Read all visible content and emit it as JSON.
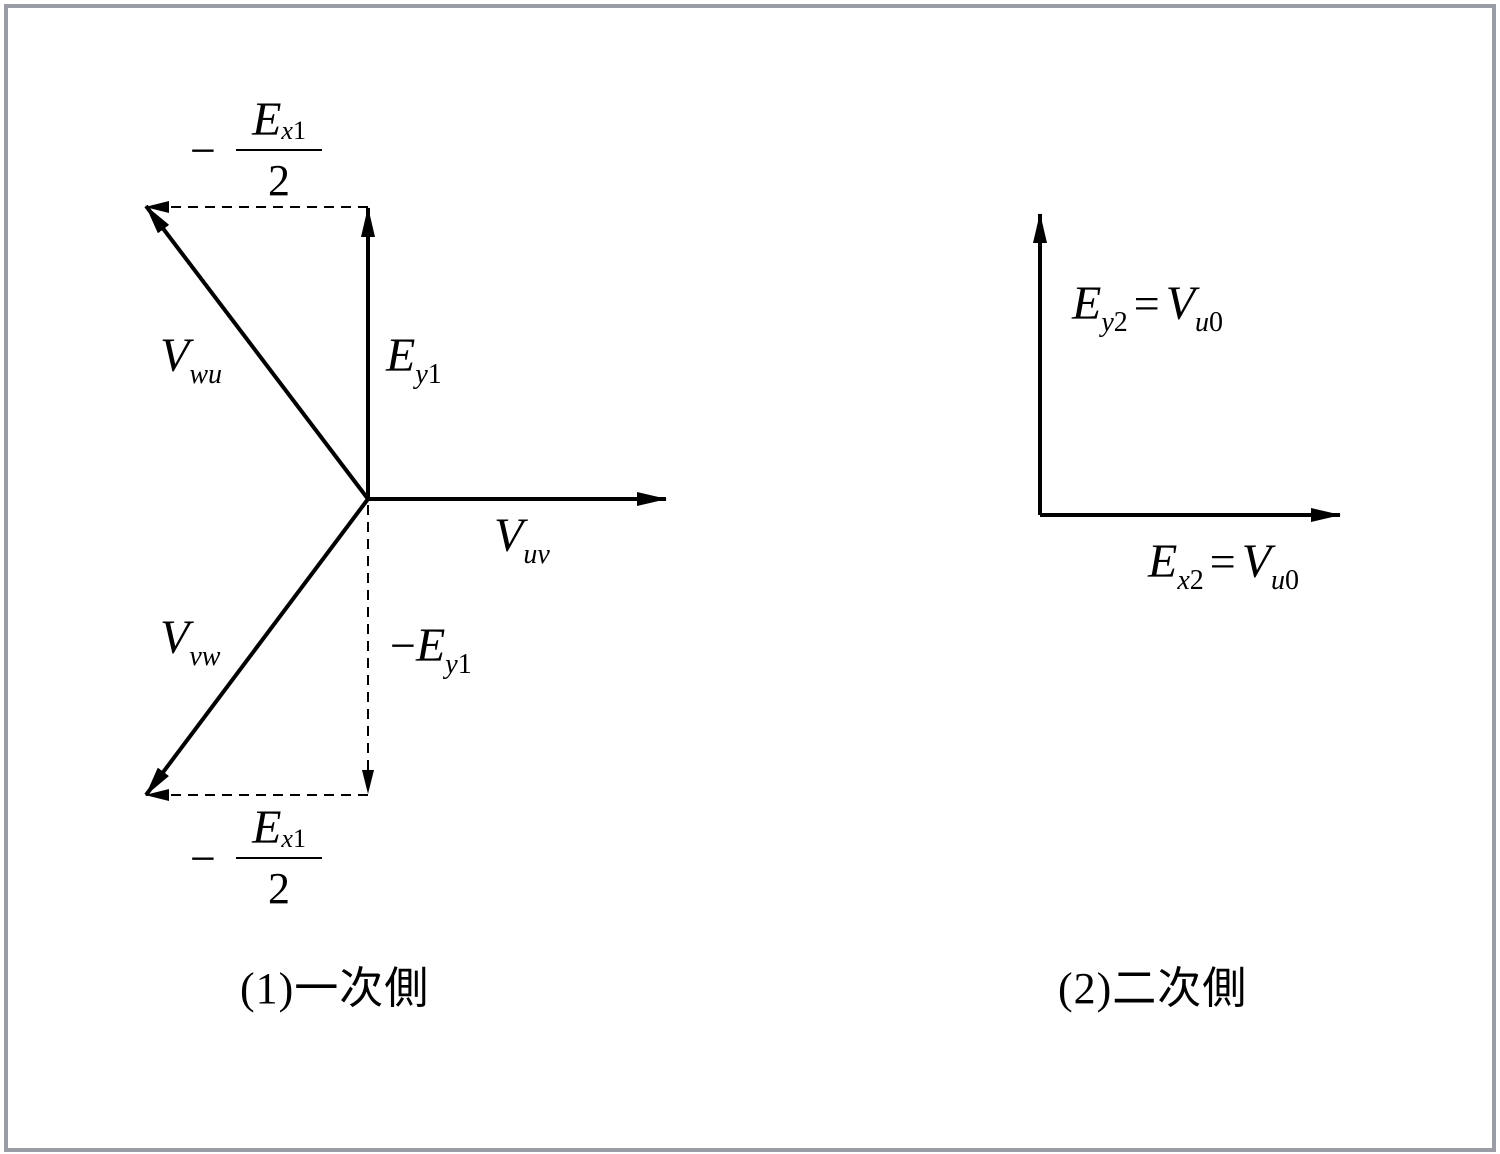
{
  "colors": {
    "frame_border": "#9a9da6",
    "ink": "#000000"
  },
  "primary": {
    "caption": "(1)一次側",
    "frac_top": {
      "minus": "−",
      "numerator": "E",
      "numerator_sub": "x1",
      "denominator": "2"
    },
    "frac_bottom": {
      "minus": "−",
      "numerator": "E",
      "numerator_sub": "x1",
      "denominator": "2"
    },
    "vwu": {
      "main": "V",
      "sub": "wu"
    },
    "ey1": {
      "main": "E",
      "sub": "y1"
    },
    "vuv": {
      "main": "V",
      "sub": "uv"
    },
    "vvw": {
      "main": "V",
      "sub": "vw"
    },
    "neg_ey1": {
      "minus": "−",
      "main": "E",
      "sub": "y1"
    }
  },
  "secondary": {
    "caption": "(2)二次側",
    "ey2": {
      "main": "E",
      "sub": "y2",
      "eq": "=",
      "rhs_main": "V",
      "rhs_sub": "u0"
    },
    "ex2": {
      "main": "E",
      "sub": "x2",
      "eq": "=",
      "rhs_main": "V",
      "rhs_sub": "u0"
    }
  }
}
